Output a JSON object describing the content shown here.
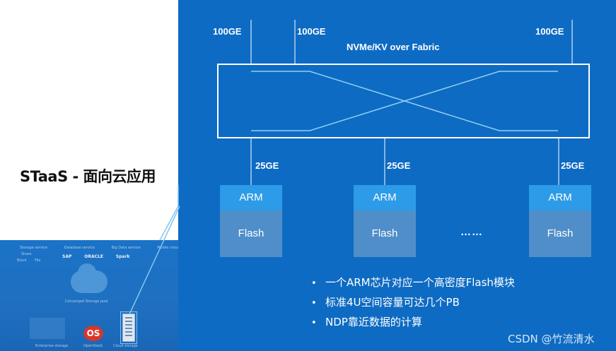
{
  "title": "STaaS - 面向云应用",
  "uplinks": [
    {
      "label": "100GE"
    },
    {
      "label": "100GE"
    },
    {
      "label": "100GE"
    }
  ],
  "fabric_label": "NVMe/KV over Fabric",
  "downlinks": [
    {
      "label": "25GE"
    },
    {
      "label": "25GE"
    },
    {
      "label": "25GE"
    }
  ],
  "nodes": [
    {
      "top": "ARM",
      "bottom": "Flash"
    },
    {
      "top": "ARM",
      "bottom": "Flash"
    },
    {
      "top": "ARM",
      "bottom": "Flash"
    }
  ],
  "ellipsis": "……",
  "bullets": [
    "一个ARM芯片对应一个高密度Flash模块",
    "标准4U空间容量可达几个PB",
    "NDP靠近数据的计算"
  ],
  "bullet_marker": "•",
  "watermark": "CSDN @竹流清水",
  "thumbnail": {
    "row1": [
      "Storage service",
      "Database service",
      "Big Data service",
      "Mobile cloud"
    ],
    "row2": "Share",
    "row3": [
      "Block",
      "File"
    ],
    "brands": [
      "SAP",
      "ORACLE",
      "Spark"
    ],
    "pool_label": "Converged Storage pool",
    "bottom_labels": [
      "Enterprise storage",
      "OpenStack",
      "Cloud storage"
    ],
    "os_logo": "OS"
  },
  "colors": {
    "panel_blue": "#0e6bc3",
    "arm_blue": "#2d9be8",
    "flash_blue": "#4f8ec9",
    "line_light": "#7fc6f0",
    "white": "#ffffff"
  }
}
